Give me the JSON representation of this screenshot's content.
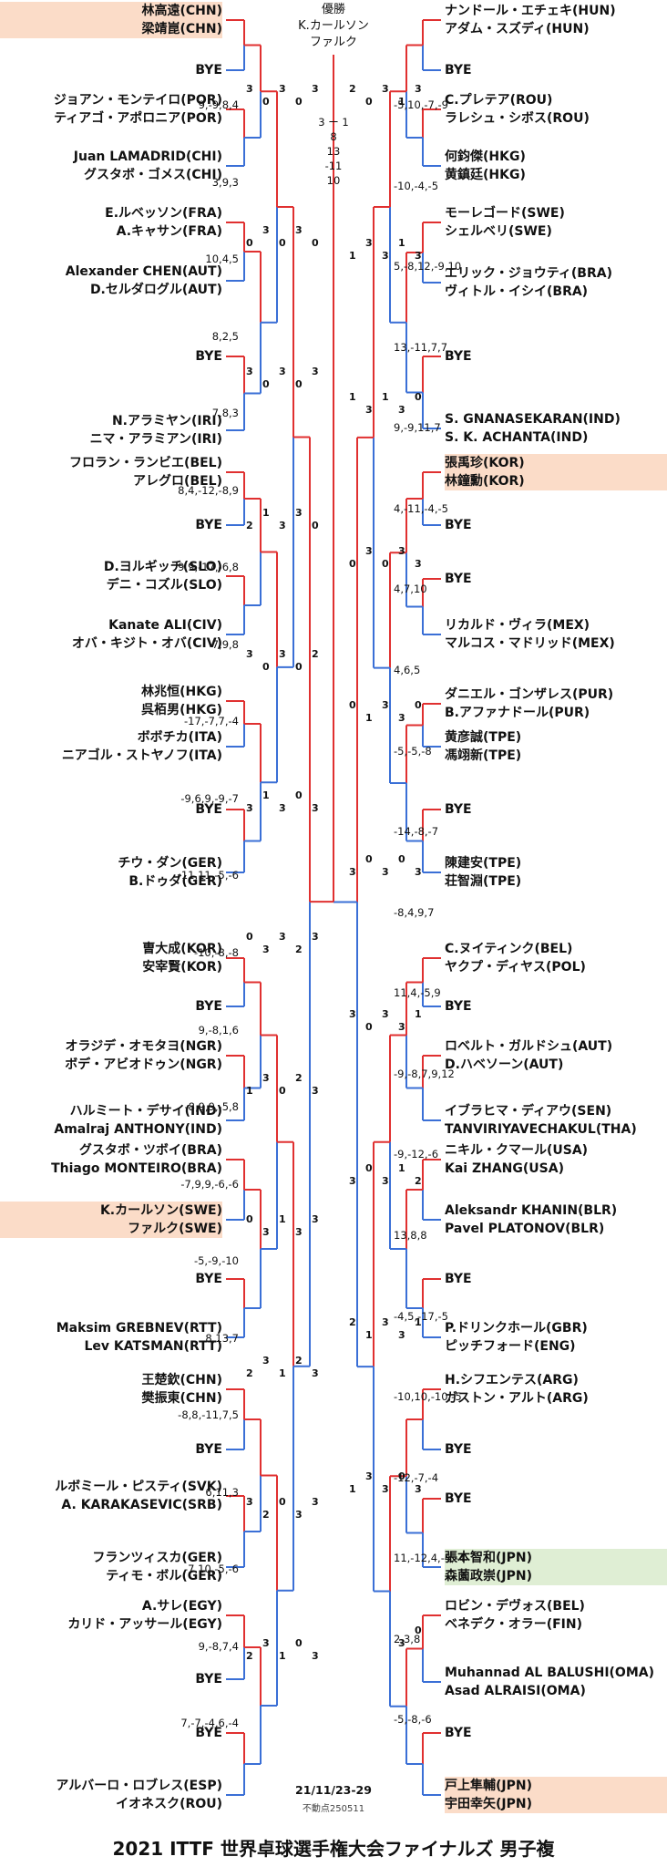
{
  "title": "2021 ITTF 世界卓球選手権大会ファイナルズ 男子複",
  "date": "21/11/23-29",
  "stamp": "不動点250511",
  "winner": {
    "label": "優勝",
    "names": [
      "K.カールソン",
      "ファルク"
    ]
  },
  "final_score": [
    "3 ー 1",
    "8",
    "13",
    "-11",
    "10"
  ],
  "colors": {
    "winner_path": "#e03030",
    "loser_path": "#3a6fd6",
    "highlight_seed": "#fbdcc8",
    "highlight_jpn": "#dfeed4"
  },
  "left_entries": [
    {
      "type": "pair",
      "names": [
        "林高遠(CHN)",
        "梁靖崑(CHN)"
      ],
      "highlight": "peach"
    },
    {
      "type": "bye",
      "label": "BYE"
    },
    {
      "type": "pair",
      "names": [
        "ジョアン・モンテイロ(POR)",
        "ティアゴ・アポロニア(POR)"
      ]
    },
    {
      "type": "pair",
      "names": [
        "Juan LAMADRID(CHI)",
        "グスタボ・ゴメス(CHI)"
      ]
    },
    {
      "type": "pair",
      "names": [
        "E.ルベッソン(FRA)",
        "A.キャサン(FRA)"
      ]
    },
    {
      "type": "pair",
      "names": [
        "Alexander CHEN(AUT)",
        "D.セルダログル(AUT)"
      ]
    },
    {
      "type": "bye",
      "label": "BYE"
    },
    {
      "type": "pair",
      "names": [
        "N.アラミヤン(IRI)",
        "ニマ・アラミアン(IRI)"
      ]
    },
    {
      "type": "pair",
      "names": [
        "フロラン・ランビエ(BEL)",
        "アレグロ(BEL)"
      ]
    },
    {
      "type": "bye",
      "label": "BYE"
    },
    {
      "type": "pair",
      "names": [
        "D.ヨルギッチ(SLO)",
        "デニ・コズル(SLO)"
      ]
    },
    {
      "type": "pair",
      "names": [
        "Kanate ALI(CIV)",
        "オバ・キジト・オバ(CIV)"
      ]
    },
    {
      "type": "pair",
      "names": [
        "林兆恒(HKG)",
        "呉栢男(HKG)"
      ]
    },
    {
      "type": "pair",
      "names": [
        "ボボチカ(ITA)",
        "ニアゴル・ストヤノフ(ITA)"
      ]
    },
    {
      "type": "bye",
      "label": "BYE"
    },
    {
      "type": "pair",
      "names": [
        "チウ・ダン(GER)",
        "B.ドゥダ(GER)"
      ]
    },
    {
      "type": "pair",
      "names": [
        "曺大成(KOR)",
        "安宰賢(KOR)"
      ]
    },
    {
      "type": "bye",
      "label": "BYE"
    },
    {
      "type": "pair",
      "names": [
        "オラジデ・オモタヨ(NGR)",
        "ボデ・アビオドゥン(NGR)"
      ]
    },
    {
      "type": "pair",
      "names": [
        "ハルミート・デサイ(IND)",
        "Amalraj ANTHONY(IND)"
      ]
    },
    {
      "type": "pair",
      "names": [
        "グスタボ・ツボイ(BRA)",
        "Thiago MONTEIRO(BRA)"
      ]
    },
    {
      "type": "pair",
      "names": [
        "K.カールソン(SWE)",
        "ファルク(SWE)"
      ],
      "highlight": "peach"
    },
    {
      "type": "bye",
      "label": "BYE"
    },
    {
      "type": "pair",
      "names": [
        "Maksim GREBNEV(RTT)",
        "Lev KATSMAN(RTT)"
      ]
    },
    {
      "type": "pair",
      "names": [
        "王楚欽(CHN)",
        "樊振東(CHN)"
      ]
    },
    {
      "type": "bye",
      "label": "BYE"
    },
    {
      "type": "pair",
      "names": [
        "ルボミール・ピスティ(SVK)",
        "A. KARAKASEVIC(SRB)"
      ]
    },
    {
      "type": "pair",
      "names": [
        "フランツィスカ(GER)",
        "ティモ・ボル(GER)"
      ]
    },
    {
      "type": "pair",
      "names": [
        "A.サレ(EGY)",
        "カリド・アッサール(EGY)"
      ]
    },
    {
      "type": "bye",
      "label": "BYE"
    },
    {
      "type": "bye",
      "label": "BYE"
    },
    {
      "type": "pair",
      "names": [
        "アルバーロ・ロブレス(ESP)",
        "イオネスク(ROU)"
      ]
    }
  ],
  "right_entries": [
    {
      "type": "pair",
      "names": [
        "ナンドール・エチェキ(HUN)",
        "アダム・スズディ(HUN)"
      ]
    },
    {
      "type": "bye",
      "label": "BYE"
    },
    {
      "type": "pair",
      "names": [
        "C.プレテア(ROU)",
        "ラレシュ・シボス(ROU)"
      ]
    },
    {
      "type": "pair",
      "names": [
        "何鈞傑(HKG)",
        "黄鎮廷(HKG)"
      ]
    },
    {
      "type": "pair",
      "names": [
        "モーレゴード(SWE)",
        "シェルベリ(SWE)"
      ]
    },
    {
      "type": "pair",
      "names": [
        "エリック・ジョウティ(BRA)",
        "ヴィトル・イシイ(BRA)"
      ]
    },
    {
      "type": "bye",
      "label": "BYE"
    },
    {
      "type": "pair",
      "names": [
        "S. GNANASEKARAN(IND)",
        "S. K. ACHANTA(IND)"
      ]
    },
    {
      "type": "pair",
      "names": [
        "張禹珍(KOR)",
        "林鐘勳(KOR)"
      ],
      "highlight": "peach"
    },
    {
      "type": "bye",
      "label": "BYE"
    },
    {
      "type": "bye",
      "label": "BYE"
    },
    {
      "type": "pair",
      "names": [
        "リカルド・ヴィラ(MEX)",
        "マルコス・マドリッド(MEX)"
      ]
    },
    {
      "type": "pair",
      "names": [
        "ダニエル・ゴンザレス(PUR)",
        "B.アファナドール(PUR)"
      ]
    },
    {
      "type": "pair",
      "names": [
        "黄彦誠(TPE)",
        "馮翊新(TPE)"
      ]
    },
    {
      "type": "bye",
      "label": "BYE"
    },
    {
      "type": "pair",
      "names": [
        "陳建安(TPE)",
        "荘智淵(TPE)"
      ]
    },
    {
      "type": "pair",
      "names": [
        "C.ヌイティンク(BEL)",
        "ヤクプ・ディヤス(POL)"
      ]
    },
    {
      "type": "bye",
      "label": "BYE"
    },
    {
      "type": "pair",
      "names": [
        "ロベルト・ガルドシュ(AUT)",
        "D.ハベソーン(AUT)"
      ]
    },
    {
      "type": "pair",
      "names": [
        "イブラヒマ・ディアウ(SEN)",
        "TANVIRIYAVECHAKUL(THA)"
      ]
    },
    {
      "type": "pair",
      "names": [
        "ニキル・クマール(USA)",
        "Kai ZHANG(USA)"
      ]
    },
    {
      "type": "pair",
      "names": [
        "Aleksandr KHANIN(BLR)",
        "Pavel PLATONOV(BLR)"
      ]
    },
    {
      "type": "bye",
      "label": "BYE"
    },
    {
      "type": "pair",
      "names": [
        "P.ドリンクホール(GBR)",
        "ピッチフォード(ENG)"
      ]
    },
    {
      "type": "pair",
      "names": [
        "H.シフエンテス(ARG)",
        "ガストン・アルト(ARG)"
      ]
    },
    {
      "type": "bye",
      "label": "BYE"
    },
    {
      "type": "bye",
      "label": "BYE"
    },
    {
      "type": "pair",
      "names": [
        "張本智和(JPN)",
        "森薗政崇(JPN)"
      ],
      "highlight": "green"
    },
    {
      "type": "pair",
      "names": [
        "ロビン・デヴォス(BEL)",
        "ベネデク・オラー(FIN)"
      ]
    },
    {
      "type": "pair",
      "names": [
        "Muhannad AL BALUSHI(OMA)",
        "Asad ALRAISI(OMA)"
      ]
    },
    {
      "type": "bye",
      "label": "BYE"
    },
    {
      "type": "pair",
      "names": [
        "戸上隼輔(JPN)",
        "宇田幸矢(JPN)"
      ],
      "highlight": "peach"
    }
  ],
  "left_scores": [
    {
      "id": "l1",
      "text": "9,-9,8,4"
    },
    {
      "id": "l2",
      "text": "3,9,3"
    },
    {
      "id": "l3",
      "text": "10,4,5"
    },
    {
      "id": "l4",
      "text": "8,2,5"
    },
    {
      "id": "l5",
      "text": "7,8,3"
    },
    {
      "id": "l6",
      "text": "8,4,-12,-8,9"
    },
    {
      "id": "l7",
      "text": "9,9,-17,-6,8"
    },
    {
      "id": "l8",
      "text": "7,9,8"
    },
    {
      "id": "l9",
      "text": "-17,-7,7,-4"
    },
    {
      "id": "l10",
      "text": "-9,6,9,-9,-7"
    },
    {
      "id": "l11",
      "text": "-11,11,-5,-6"
    },
    {
      "id": "l12",
      "text": "-10,-8,-8"
    },
    {
      "id": "l13",
      "text": "9,-8,1,6"
    },
    {
      "id": "l14",
      "text": "-8,9,9,-5,8"
    },
    {
      "id": "l15",
      "text": "-7,9,9,-6,-6"
    },
    {
      "id": "l16",
      "text": "-5,-9,-10"
    },
    {
      "id": "l17",
      "text": "8,13,7"
    },
    {
      "id": "l18",
      "text": "-8,8,-11,7,5"
    },
    {
      "id": "l19",
      "text": "6,11,3"
    },
    {
      "id": "l20",
      "text": "-7,10,-5,-6"
    },
    {
      "id": "l21",
      "text": "9,-8,7,4"
    },
    {
      "id": "l22",
      "text": "7,-7,-4,6,-4"
    }
  ],
  "right_scores": [
    {
      "id": "r1",
      "text": "-5,10,-7,-9"
    },
    {
      "id": "r2",
      "text": "-10,-4,-5"
    },
    {
      "id": "r3",
      "text": "5,-8,12,-9,10"
    },
    {
      "id": "r4",
      "text": "13,-11,7,7"
    },
    {
      "id": "r5",
      "text": "9,-9,11,7"
    },
    {
      "id": "r6",
      "text": "4,-11,-4,-5"
    },
    {
      "id": "r7",
      "text": "4,7,10"
    },
    {
      "id": "r8",
      "text": "4,6,5"
    },
    {
      "id": "r9",
      "text": "-5,-5,-8"
    },
    {
      "id": "r10",
      "text": "-14,-8,-7"
    },
    {
      "id": "r11",
      "text": "-8,4,9,7"
    },
    {
      "id": "r12",
      "text": "11,4,-5,9"
    },
    {
      "id": "r13",
      "text": "-9,-8,7,9,12"
    },
    {
      "id": "r14",
      "text": "-9,-12,-6"
    },
    {
      "id": "r15",
      "text": "13,8,8"
    },
    {
      "id": "r16",
      "text": "-4,5,-17,-5"
    },
    {
      "id": "r17",
      "text": "-10,10,-10,-5"
    },
    {
      "id": "r18",
      "text": "-12,-7,-4"
    },
    {
      "id": "r19",
      "text": "11,-12,4,-4,-4"
    },
    {
      "id": "r20",
      "text": "2,3,8"
    },
    {
      "id": "r21",
      "text": "-5,-8,-6"
    }
  ],
  "left_match_scores": [
    "3",
    "0",
    "3",
    "0",
    "3",
    "0",
    "3",
    "0",
    "3",
    "0",
    "3",
    "0",
    "3",
    "0",
    "3",
    "2",
    "1",
    "3",
    "3",
    "0",
    "3",
    "0",
    "3",
    "0",
    "2",
    "3",
    "1",
    "3",
    "0",
    "3",
    "0",
    "3",
    "3",
    "2",
    "3",
    "1",
    "3",
    "0",
    "2",
    "3",
    "0",
    "3",
    "1",
    "3",
    "3",
    "2",
    "3",
    "1",
    "2",
    "3",
    "3",
    "2",
    "0",
    "3",
    "3",
    "2",
    "3",
    "1",
    "0",
    "3"
  ],
  "right_match_scores": [
    "3",
    "1",
    "3",
    "0",
    "2",
    "3",
    "1",
    "3",
    "3",
    "1",
    "0",
    "3",
    "1",
    "3",
    "1",
    "3",
    "3",
    "0",
    "3",
    "0",
    "0",
    "3",
    "3",
    "1",
    "0",
    "3",
    "0",
    "3",
    "0",
    "3",
    "1",
    "3",
    "3",
    "0",
    "3",
    "2",
    "1",
    "3",
    "0",
    "3",
    "1",
    "3",
    "3",
    "1",
    "2",
    "3",
    "0",
    "3",
    "3",
    "1",
    "0",
    "3"
  ]
}
